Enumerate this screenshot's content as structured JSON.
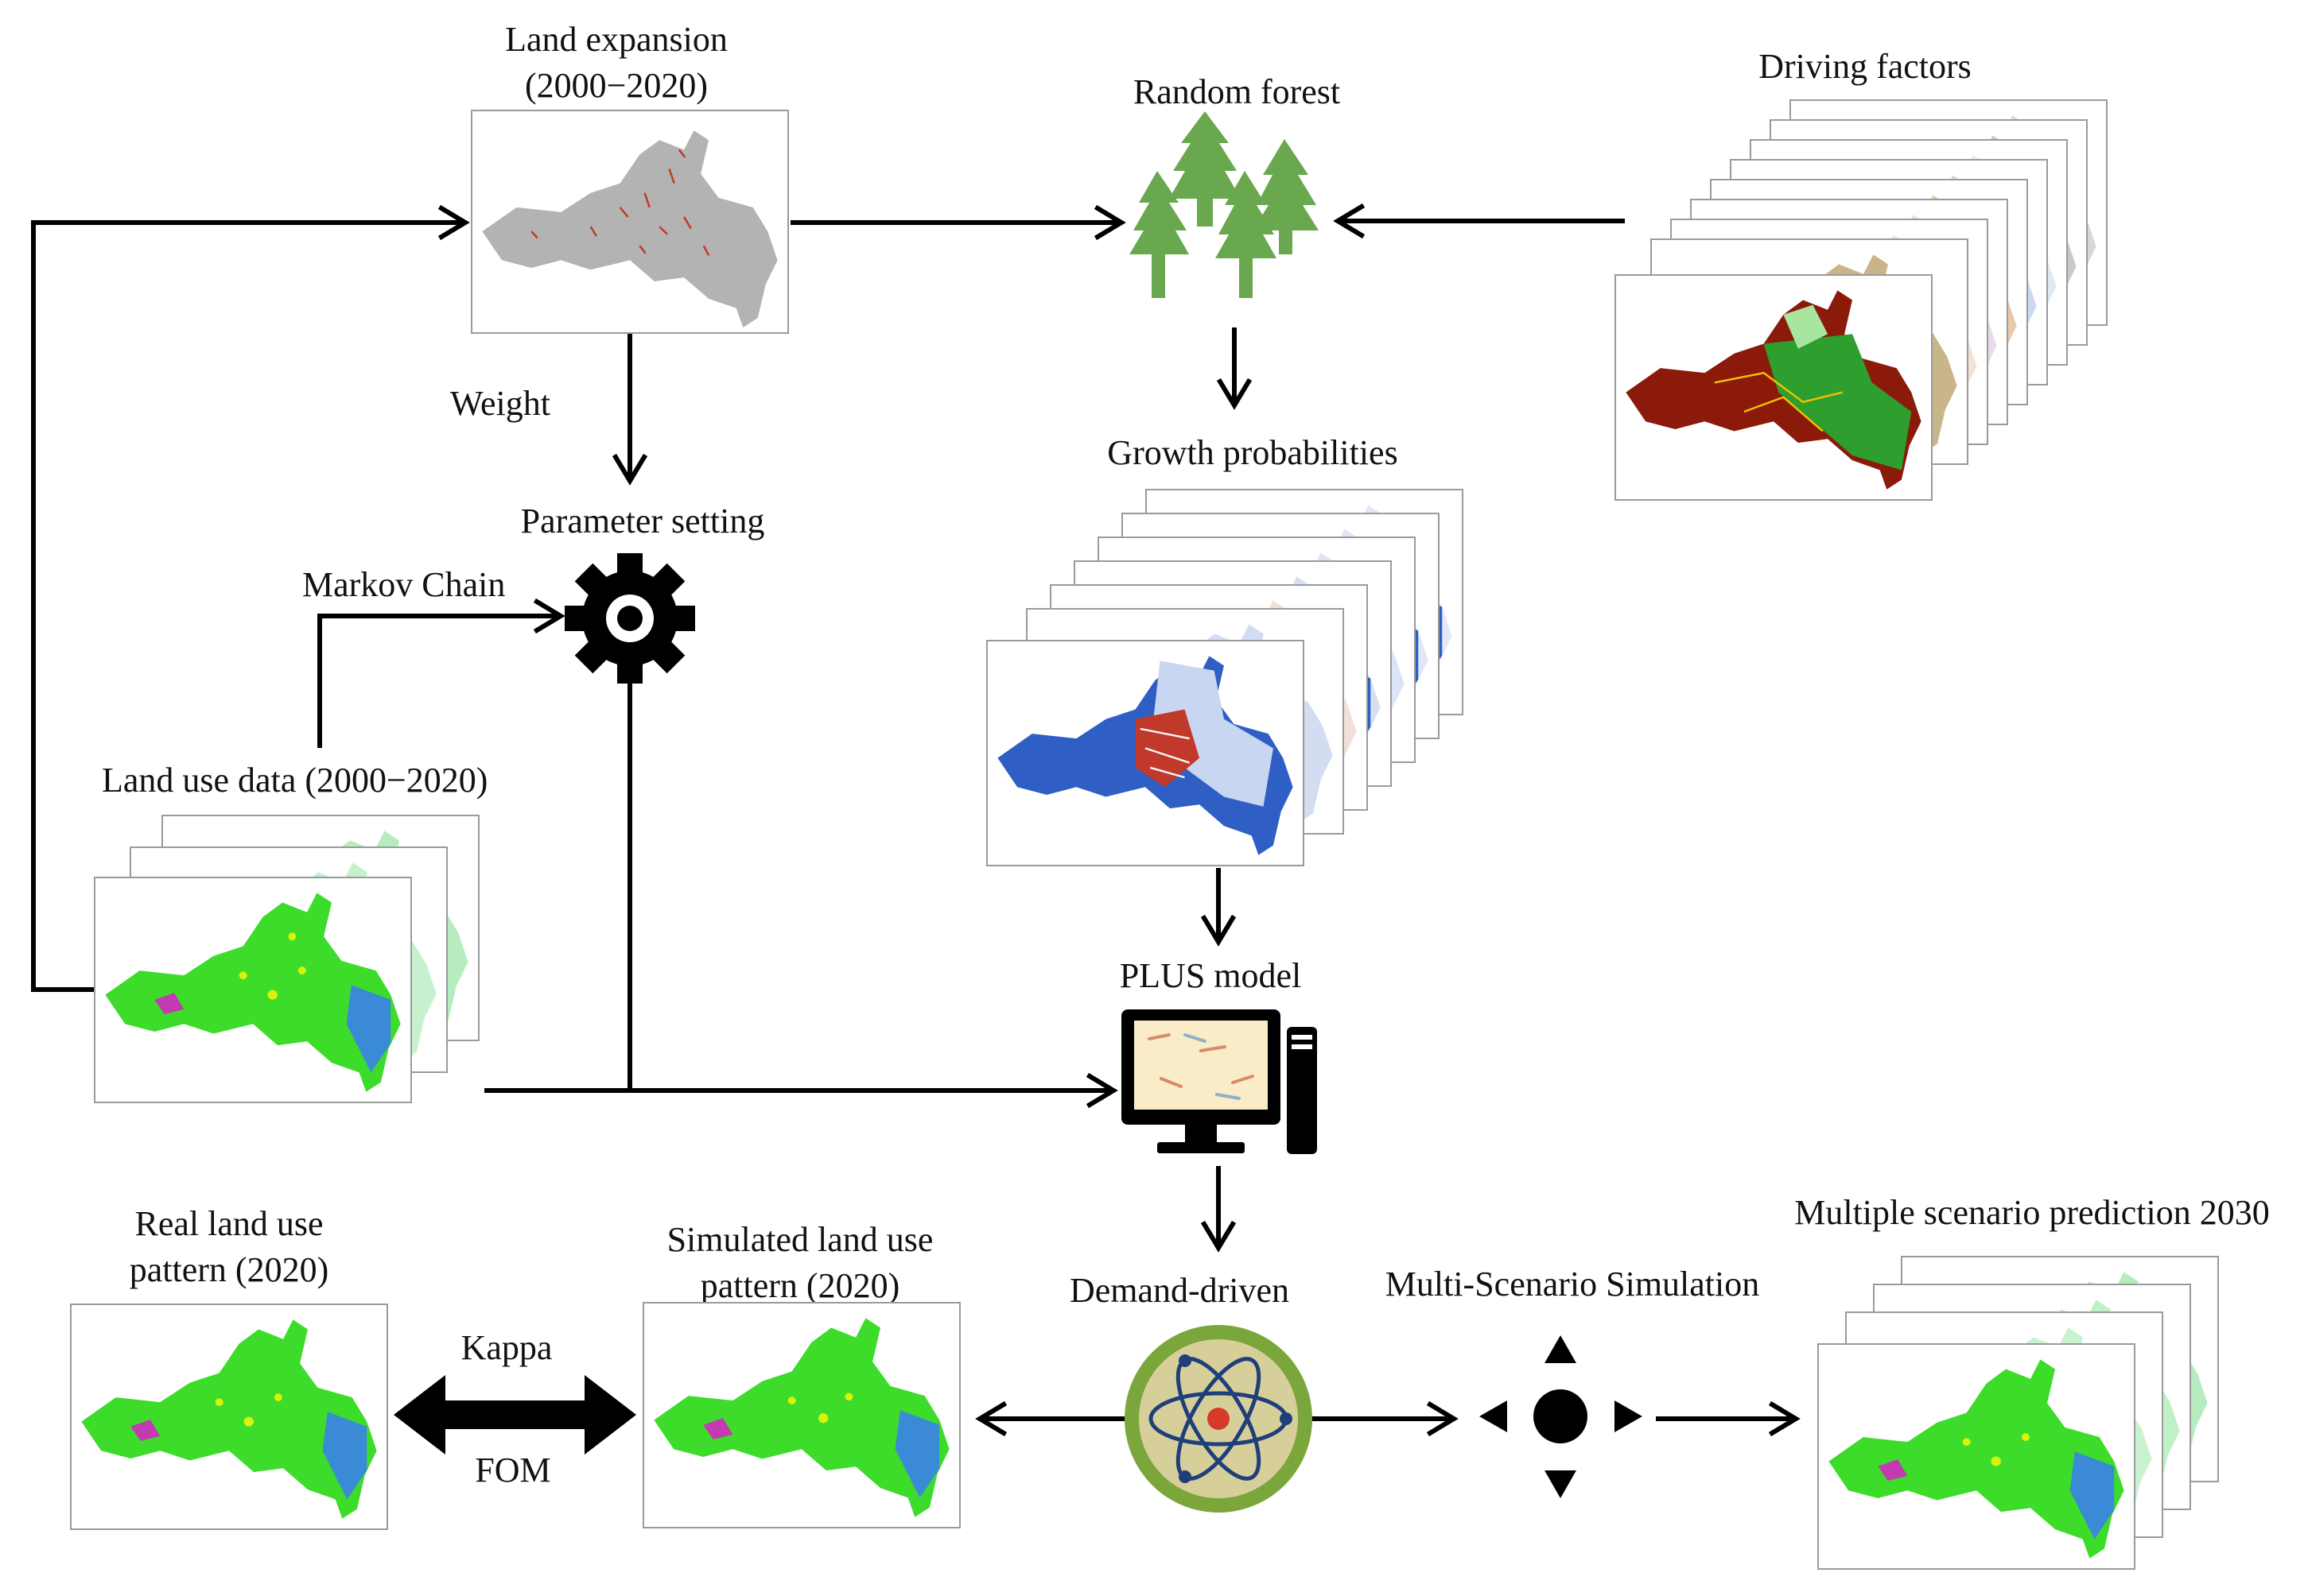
{
  "labels": {
    "land_expansion": "Land expansion",
    "land_expansion_period": "(2000−2020)",
    "random_forest": "Random forest",
    "driving_factors": "Driving factors",
    "weight": "Weight",
    "parameter_setting": "Parameter setting",
    "markov_chain": "Markov Chain",
    "growth_probabilities": "Growth probabilities",
    "land_use_data": "Land use data (2000−2020)",
    "plus_model": "PLUS model",
    "real_pattern_line1": "Real land use",
    "real_pattern_line2": "pattern (2020)",
    "simulated_pattern_line1": "Simulated land use",
    "simulated_pattern_line2": "pattern (2020)",
    "kappa": "Kappa",
    "fom": "FOM",
    "demand_driven": "Demand-driven",
    "multi_scenario_simulation": "Multi-Scenario Simulation",
    "multiple_scenario_prediction": "Multiple scenario prediction 2030"
  },
  "icons": {
    "random_forest": "tree-icon",
    "parameter_setting": "gear-icon",
    "plus_model": "computer-icon",
    "demand_driven": "atom-icon",
    "multi_scenario": "four-direction-arrows-icon"
  },
  "colors": {
    "arrow": "#000000",
    "tree_green": "#6aa84f",
    "landuse_green": "#3ddc2a",
    "growth_blue": "#2f5fc4",
    "expansion_gray": "#b3b3b3",
    "atom_bg": "#7aa63b"
  }
}
